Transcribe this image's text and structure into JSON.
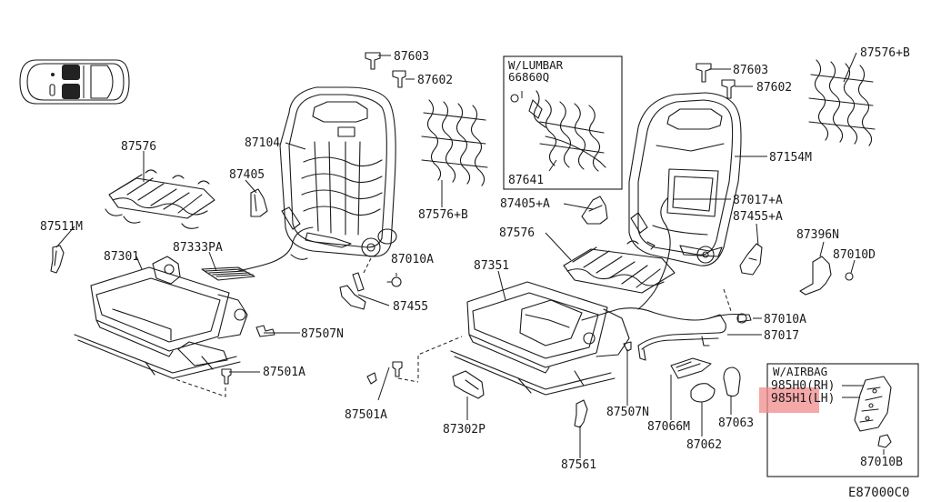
{
  "diagram_code": "E87000C0",
  "callouts": {
    "p87603_l": "87603",
    "p87602_l": "87602",
    "p87104": "87104",
    "p87576_l": "87576",
    "p87405": "87405",
    "p87576b_l": "87576+B",
    "p87511m": "87511M",
    "p87333pa": "87333PA",
    "p87301": "87301",
    "p87010a_l": "87010A",
    "p87455": "87455",
    "p87507n_l": "87507N",
    "p87501a_l": "87501A",
    "p87501a_b": "87501A",
    "p87302p": "87302P",
    "p87561": "87561",
    "p87507n_r": "87507N",
    "p87066m": "87066M",
    "p87062": "87062",
    "p87063": "87063",
    "p87603_r": "87603",
    "p87602_r": "87602",
    "p87576b_r": "87576+B",
    "p87154m": "87154M",
    "p87405a": "87405+A",
    "p87017a": "87017+A",
    "p87455a": "87455+A",
    "p87576_r": "87576",
    "p87351": "87351",
    "p87396n": "87396N",
    "p87010d": "87010D",
    "p87010a_r": "87010A",
    "p87017": "87017",
    "p87010b": "87010B"
  },
  "lumbar_box": {
    "title": "W/LUMBAR",
    "part_a": "66860Q",
    "part_b": "87641"
  },
  "airbag_box": {
    "title": "W/AIRBAG",
    "rh": "985H0(RH)",
    "lh": "985H1(LH)"
  },
  "highlight_color": "#f28b8b"
}
